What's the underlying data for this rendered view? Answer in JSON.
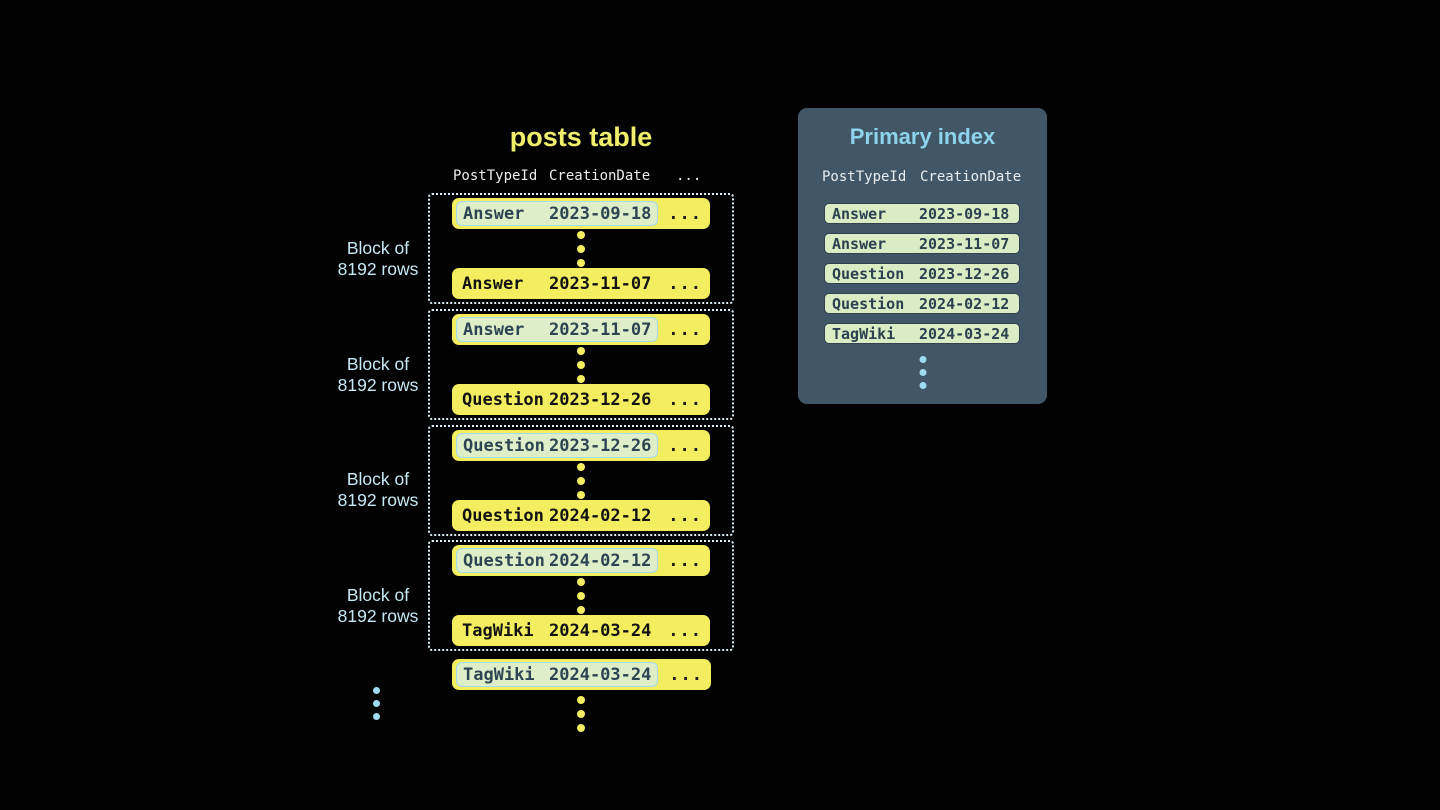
{
  "posts_table": {
    "title": "posts table",
    "columns": [
      "PostTypeId",
      "CreationDate"
    ],
    "ellipsis": "...",
    "blocks": [
      {
        "label_line1": "Block of",
        "label_line2": "8192 rows",
        "first": {
          "type": "Answer",
          "date": "2023-09-18"
        },
        "last": {
          "type": "Answer",
          "date": "2023-11-07"
        }
      },
      {
        "label_line1": "Block of",
        "label_line2": "8192 rows",
        "first": {
          "type": "Answer",
          "date": "2023-11-07"
        },
        "last": {
          "type": "Question",
          "date": "2023-12-26"
        }
      },
      {
        "label_line1": "Block of",
        "label_line2": "8192 rows",
        "first": {
          "type": "Question",
          "date": "2023-12-26"
        },
        "last": {
          "type": "Question",
          "date": "2024-02-12"
        }
      },
      {
        "label_line1": "Block of",
        "label_line2": "8192 rows",
        "first": {
          "type": "Question",
          "date": "2024-02-12"
        },
        "last": {
          "type": "TagWiki",
          "date": "2024-03-24"
        }
      }
    ],
    "overflow_row": {
      "type": "TagWiki",
      "date": "2024-03-24"
    }
  },
  "primary_index": {
    "title": "Primary index",
    "columns": [
      "PostTypeId",
      "CreationDate"
    ],
    "rows": [
      {
        "type": "Answer",
        "date": "2023-09-18"
      },
      {
        "type": "Answer",
        "date": "2023-11-07"
      },
      {
        "type": "Question",
        "date": "2023-12-26"
      },
      {
        "type": "Question",
        "date": "2024-02-12"
      },
      {
        "type": "TagWiki",
        "date": "2024-03-24"
      }
    ]
  },
  "colors": {
    "background": "#020202",
    "row_yellow": "#f3ee5f",
    "highlight_green": "#ddeec9",
    "highlight_border_cyan": "#a5dbee",
    "block_dotted_border": "#d9eef6",
    "panel_background": "#415767",
    "panel_title_blue": "#8ed3ec",
    "block_label_blue": "#c6e9f5",
    "header_text": "#e9edef",
    "dark_row_text": "#2d4553",
    "title_yellow": "#f1ee6b"
  }
}
